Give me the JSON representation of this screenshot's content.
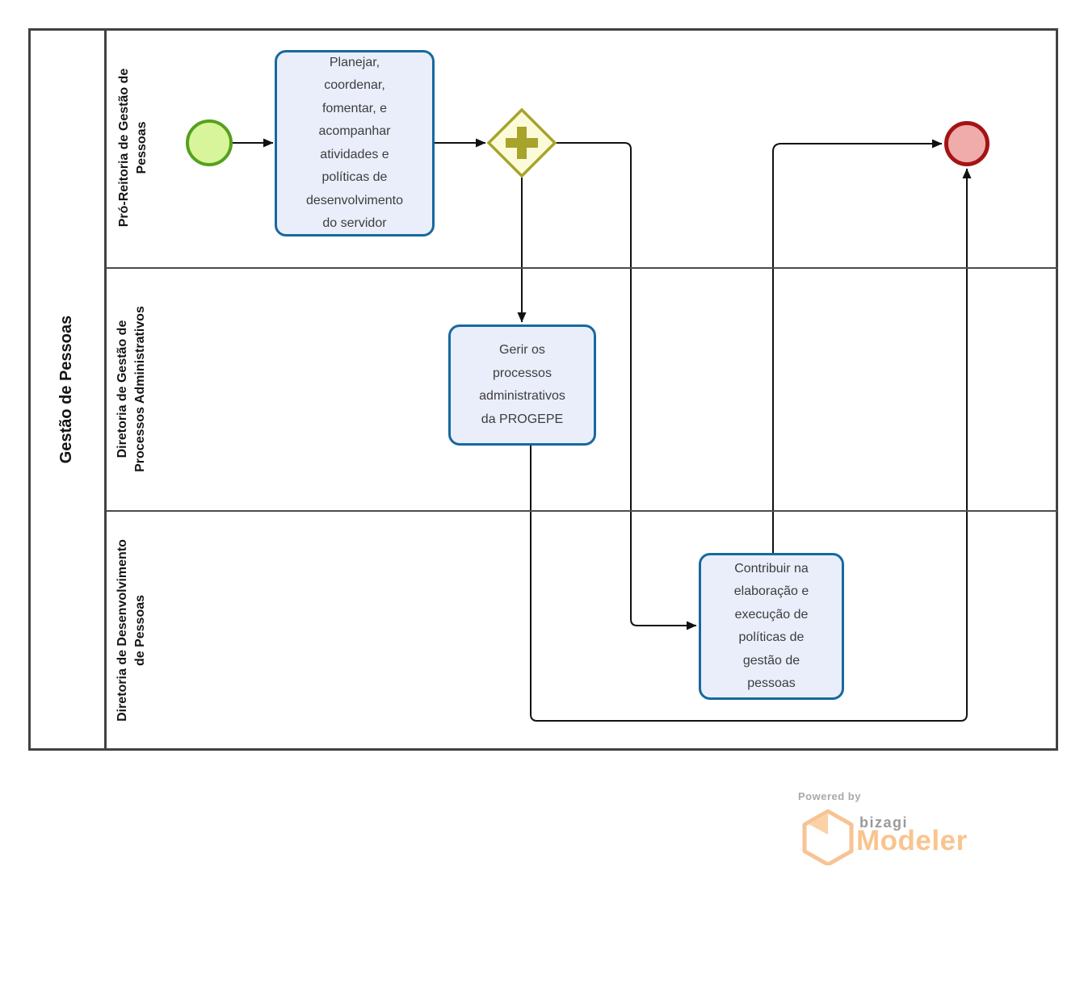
{
  "pool": {
    "title": "Gestão de Pessoas",
    "lanes": [
      {
        "label": "Pró-Reitoria de Gestão de\nPessoas"
      },
      {
        "label": "Diretoria de Gestão de\nProcessos Administrativos"
      },
      {
        "label": "Diretoria de Desenvolvimento\nde Pessoas"
      }
    ]
  },
  "nodes": {
    "start_event": {
      "type": "bpmn-start-event"
    },
    "task_planejar": {
      "label": "Planejar,\ncoordenar,\nfomentar, e\nacompanhar\natividades e\npolíticas de\ndesenvolvimento\ndo servidor"
    },
    "gateway_parallel": {
      "type": "bpmn-parallel-gateway"
    },
    "task_gerir": {
      "label": "Gerir os\nprocessos\nadministrativos\nda PROGEPE"
    },
    "task_contribuir": {
      "label": "Contribuir na\nelaboração e\nexecução de\npolíticas de\ngestão de\npessoas"
    },
    "end_event": {
      "type": "bpmn-end-event"
    }
  },
  "colors": {
    "task_border": "#17699e",
    "task_fill": "#eaeefb",
    "start_border": "#55a11d",
    "start_fill": "#d9f59b",
    "end_border": "#a31414",
    "end_fill": "#f0abab",
    "gateway_border": "#a8a32b",
    "gateway_fill": "#fbfbda",
    "flow_line": "#111111",
    "logo_orange": "#f9c48e",
    "logo_gray": "#9f9f9f"
  },
  "footer": {
    "powered_by": "Powered by",
    "brand": "bizagi",
    "product": "Modeler"
  }
}
